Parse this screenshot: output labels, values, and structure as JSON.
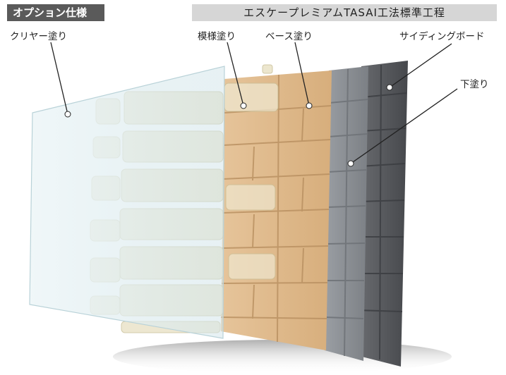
{
  "header": {
    "option_tag": "オプション仕様",
    "system_title": "エスケープレミアムTASAI工法標準工程"
  },
  "labels": {
    "clear_coat": "クリヤー塗り",
    "pattern_coat": "模様塗り",
    "base_coat": "ベース塗り",
    "siding_board": "サイディングボード",
    "undercoat": "下塗り"
  },
  "colors": {
    "clear_layer": "#dfeef1",
    "pattern_light": "#e8e2c8",
    "base_tan": "#e0b98a",
    "undercoat_gray": "#8e9297",
    "siding_dark": "#5a5c60"
  }
}
